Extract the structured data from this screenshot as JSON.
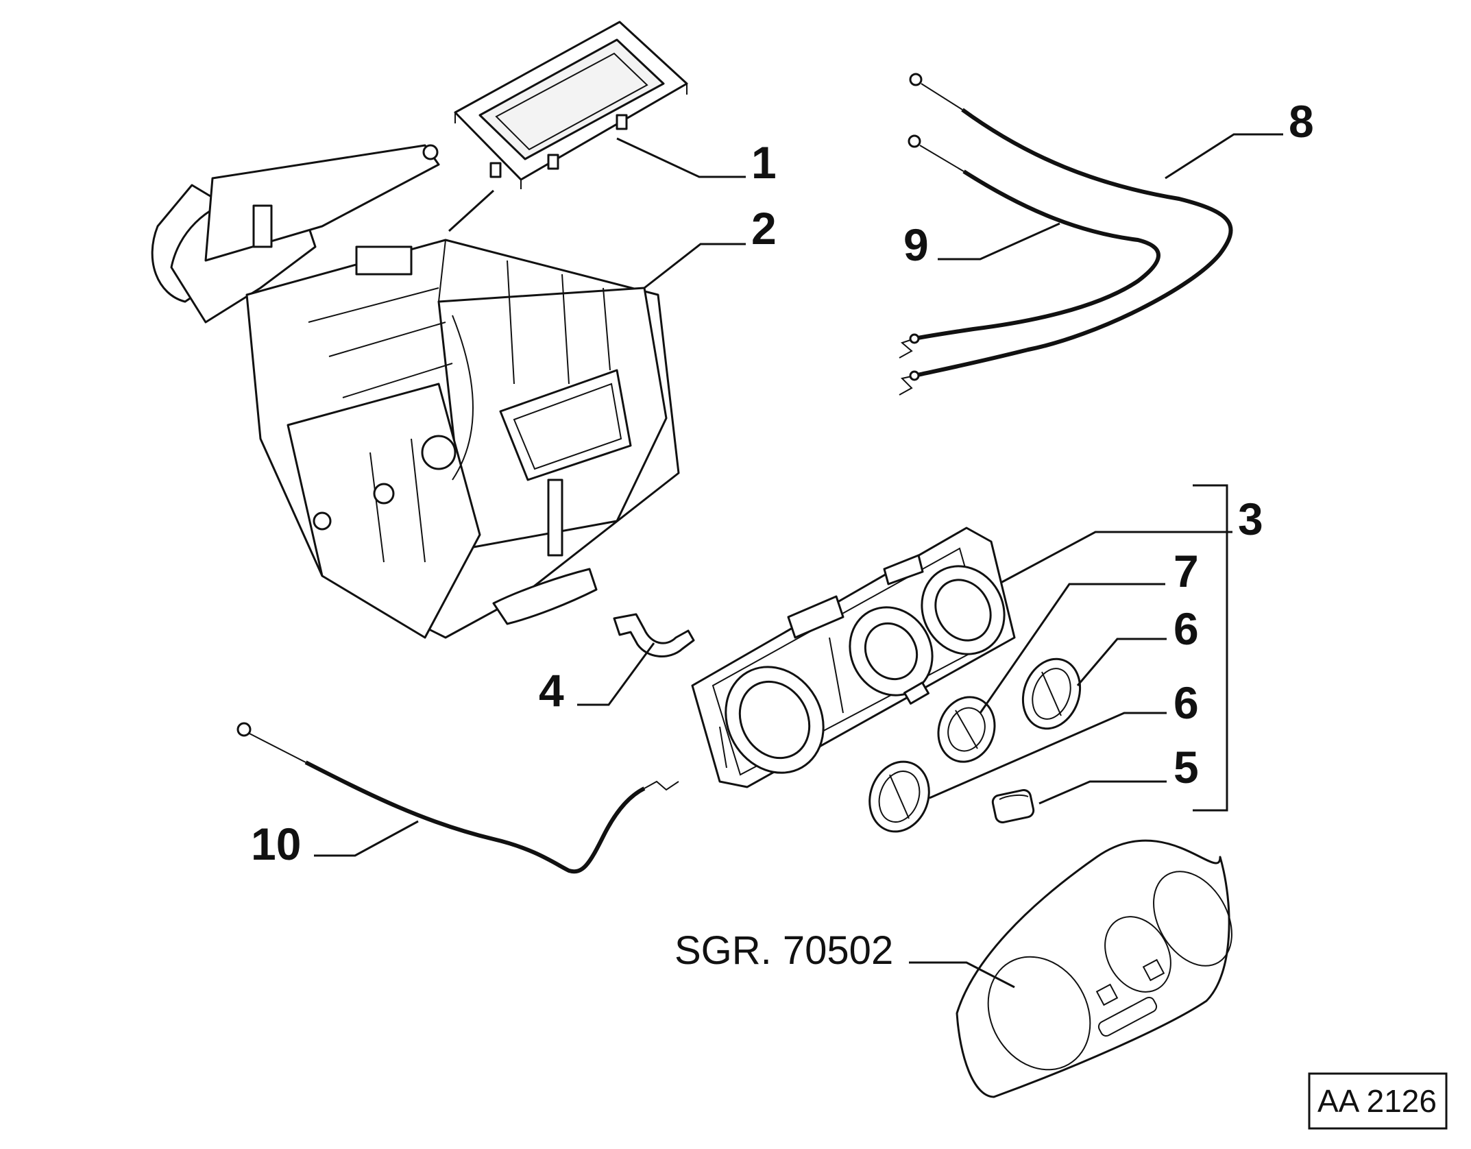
{
  "diagram": {
    "callouts": [
      {
        "id": "1",
        "label": "1"
      },
      {
        "id": "2",
        "label": "2"
      },
      {
        "id": "3",
        "label": "3"
      },
      {
        "id": "4",
        "label": "4"
      },
      {
        "id": "5",
        "label": "5"
      },
      {
        "id": "6a",
        "label": "6"
      },
      {
        "id": "6b",
        "label": "6"
      },
      {
        "id": "7",
        "label": "7"
      },
      {
        "id": "8",
        "label": "8"
      },
      {
        "id": "9",
        "label": "9"
      },
      {
        "id": "10",
        "label": "10"
      }
    ],
    "reference_label": "SGR. 70502",
    "drawing_code": "AA 2126"
  }
}
